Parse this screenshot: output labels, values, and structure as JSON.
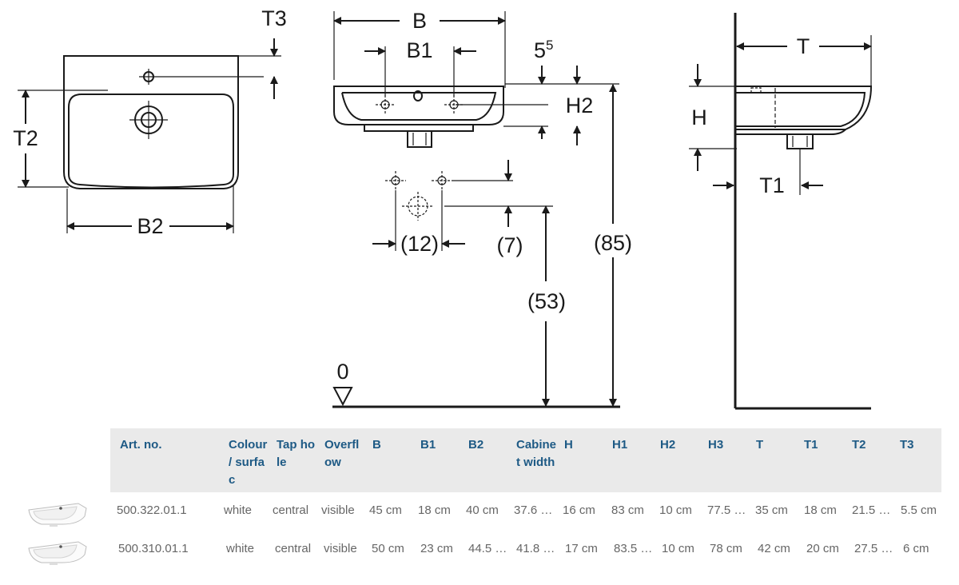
{
  "drawing": {
    "labels": {
      "T3": "T3",
      "T2": "T2",
      "B2": "B2",
      "B": "B",
      "B1": "B1",
      "dim_55_base": "5",
      "dim_55_sup": "5",
      "H2": "H2",
      "d12": "(12)",
      "d7": "(7)",
      "d85": "(85)",
      "d53": "(53)",
      "zero": "0",
      "T": "T",
      "H": "H",
      "T1": "T1"
    }
  },
  "table": {
    "headers": [
      "Art. no.",
      "Colour / surfac",
      "Tap hole",
      "Overfl ow",
      "B",
      "B1",
      "B2",
      "Cabine t width",
      "H",
      "H1",
      "H2",
      "H3",
      "T",
      "T1",
      "T2",
      "T3"
    ],
    "rows": [
      [
        "500.322.01.1",
        "white",
        "central",
        "visible",
        "45 cm",
        "18 cm",
        "40 cm",
        "37.6 …",
        "16 cm",
        "83 cm",
        "10 cm",
        "77.5 …",
        "35 cm",
        "18 cm",
        "21.5 …",
        "5.5 cm"
      ],
      [
        "500.310.01.1",
        "white",
        "central",
        "visible",
        "50 cm",
        "23 cm",
        "44.5 …",
        "41.8 …",
        "17 cm",
        "83.5 …",
        "10 cm",
        "78 cm",
        "42 cm",
        "20 cm",
        "27.5 …",
        "6 cm"
      ]
    ]
  }
}
